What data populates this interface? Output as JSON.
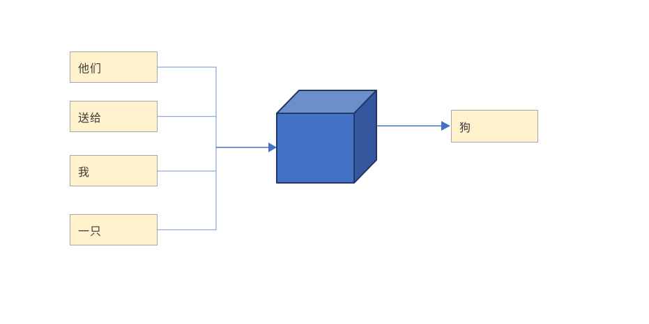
{
  "diagram": {
    "inputs": [
      {
        "label": "他们"
      },
      {
        "label": "送给"
      },
      {
        "label": "我"
      },
      {
        "label": "一只"
      }
    ],
    "output": {
      "label": "狗"
    },
    "colors": {
      "box_fill": "#FFF2CC",
      "box_border": "#A6A6A6",
      "connector_line": "#8FAADC",
      "arrow": "#4472C4",
      "cube_front": "#4472C4",
      "cube_top": "#6C8EC9",
      "cube_side": "#34579D",
      "cube_outline": "#1F3864"
    }
  }
}
